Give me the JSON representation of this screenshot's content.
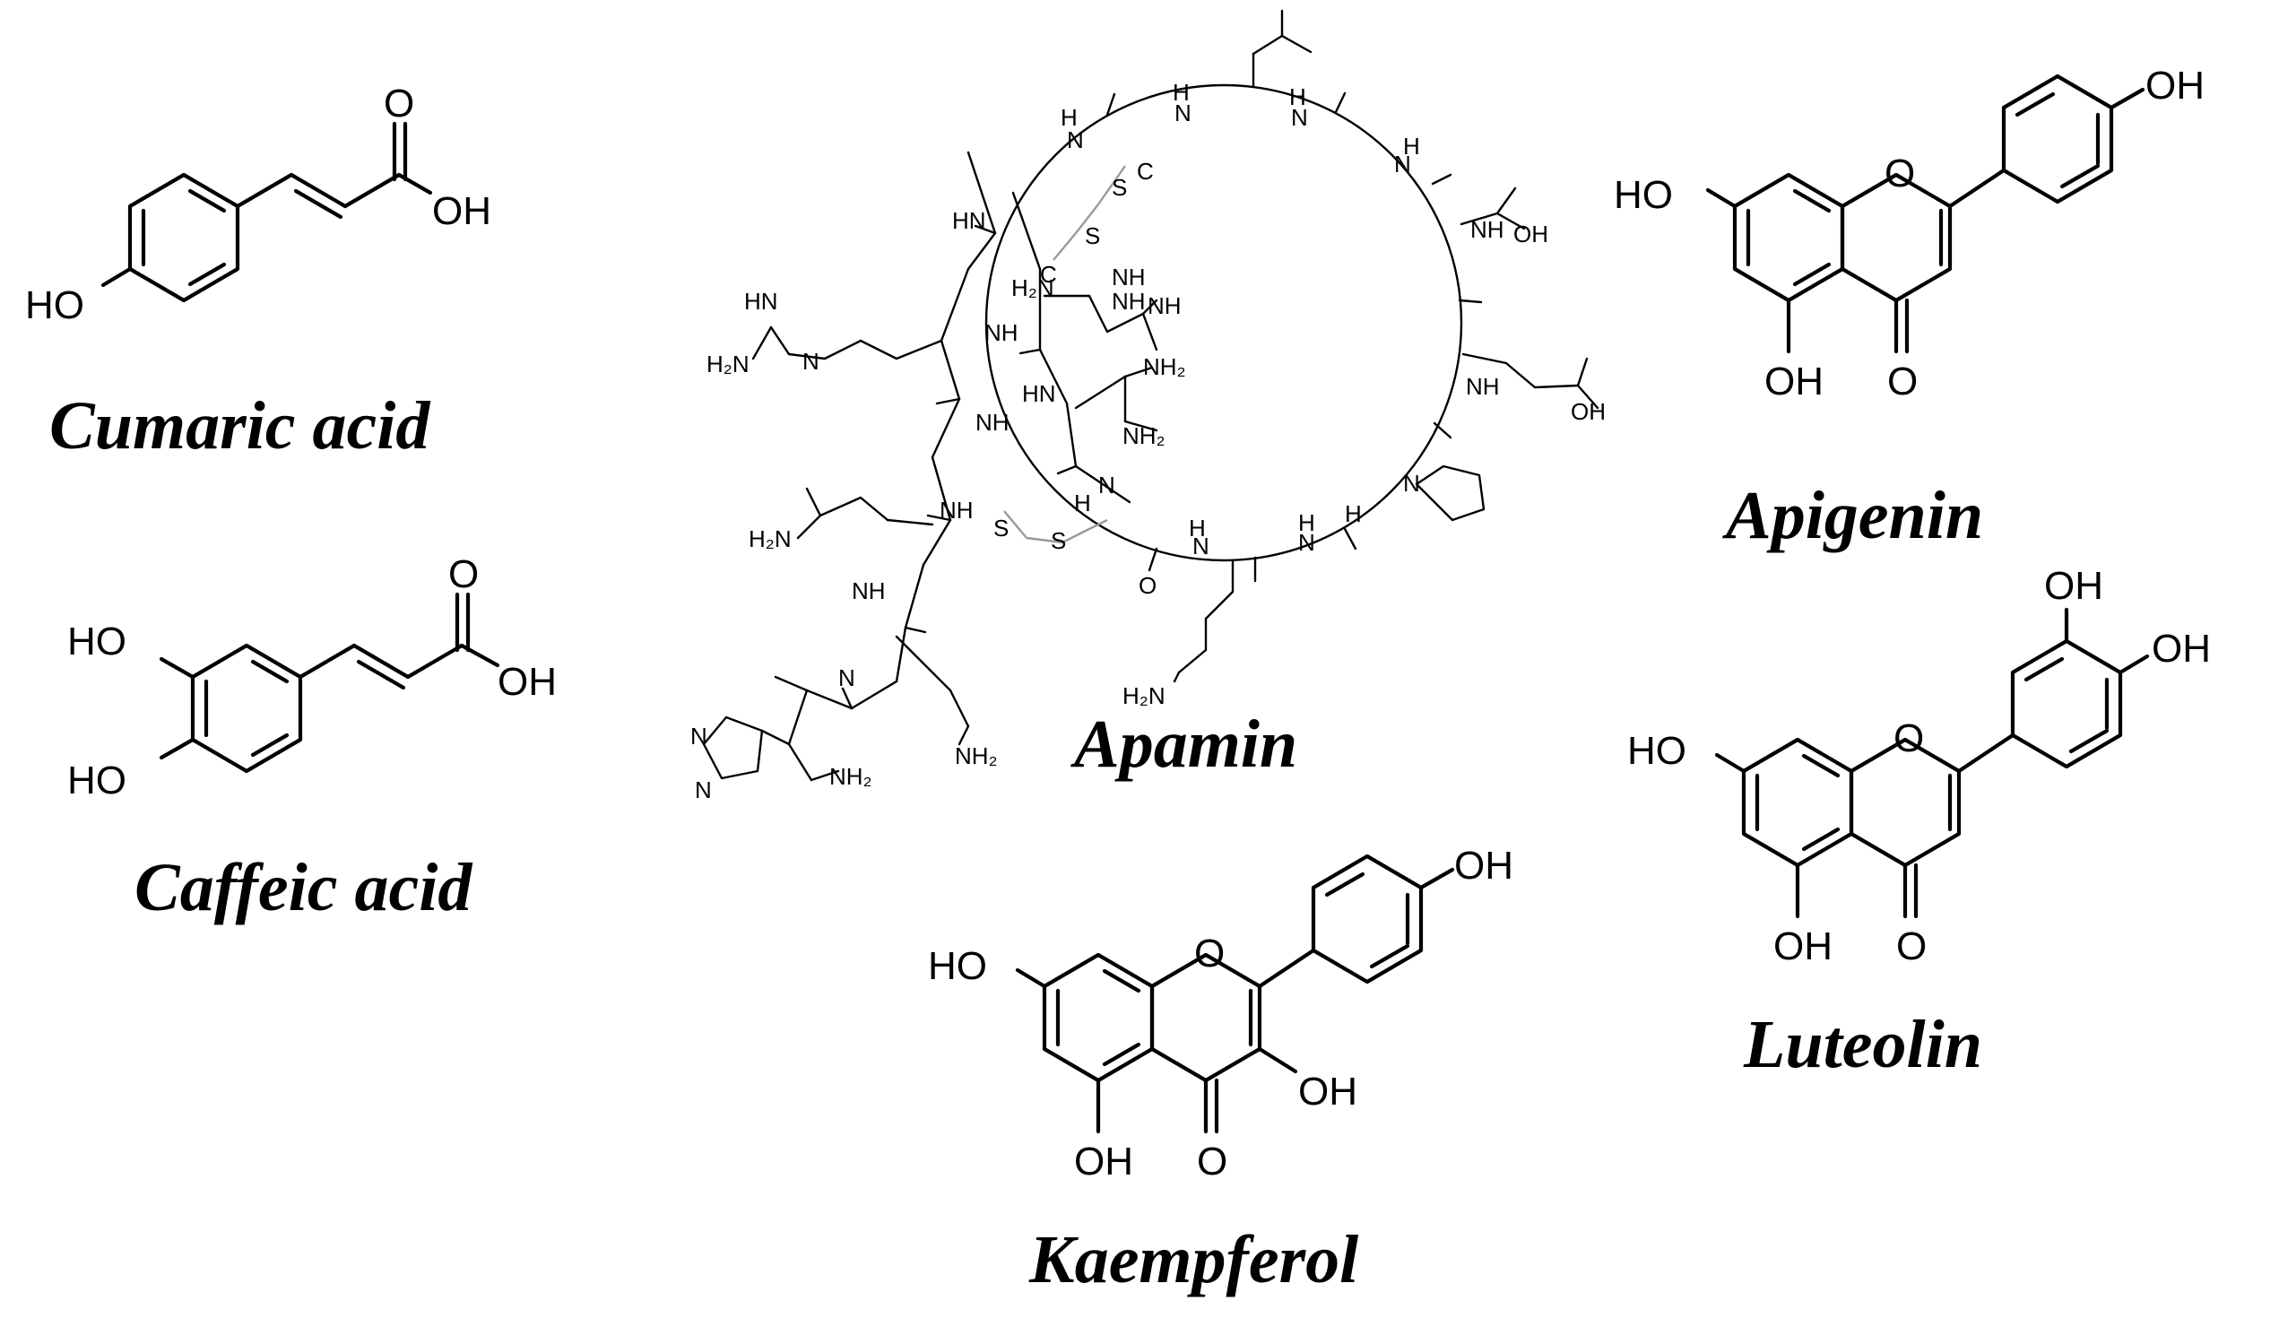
{
  "compounds": {
    "cumaric": {
      "caption": "Cumaric acid",
      "labels": {
        "oh_acid": "OH",
        "o_acid": "O",
        "ho": "HO"
      }
    },
    "caffeic": {
      "caption": "Caffeic acid",
      "labels": {
        "oh_acid": "OH",
        "o_acid": "O",
        "ho1": "HO",
        "ho2": "HO"
      }
    },
    "apamin": {
      "caption": "Apamin",
      "labels": {
        "hn1": "HN",
        "hn2": "HN",
        "h2n_a": "H₂N",
        "h2n_b": "H₂N",
        "h2n_c": "H₂N",
        "h2n_d": "H₂N",
        "nh2_a": "NH₂",
        "nh2_b": "NH₂",
        "nh2_c": "NH₂",
        "nh2_d": "NH₂",
        "nh_a": "NH",
        "nh_b": "NH",
        "nh_c": "NH",
        "nh_d": "NH",
        "nh_e": "NH",
        "nh_f": "NH",
        "nh_g": "NH",
        "nh_h": "NH",
        "n_a": "N",
        "n_b": "N",
        "n_c": "N",
        "n_d": "N",
        "n_e": "N",
        "n_f": "N",
        "n_g": "N",
        "n_h": "N",
        "h_a": "H",
        "h_b": "H",
        "h_c": "H",
        "h_d": "H",
        "h_e": "H",
        "h_f": "H",
        "h_g": "H",
        "h_h": "H",
        "s_a": "S",
        "s_b": "S",
        "s_c": "S",
        "s_d": "S",
        "c_a": "C",
        "c_b": "C",
        "oh_a": "OH",
        "oh_b": "OH",
        "o": "O"
      }
    },
    "apigenin": {
      "caption": "Apigenin",
      "labels": {
        "oh_top": "OH",
        "ho_left": "HO",
        "oh_bottom": "OH",
        "o_ring": "O",
        "o_keto": "O"
      }
    },
    "luteolin": {
      "caption": "Luteolin",
      "labels": {
        "oh_top": "OH",
        "oh_right": "OH",
        "ho_left": "HO",
        "oh_bottom": "OH",
        "o_ring": "O",
        "o_keto": "O"
      }
    },
    "kaempferol": {
      "caption": "Kaempferol",
      "labels": {
        "oh_top": "OH",
        "ho_left": "HO",
        "oh_right": "OH",
        "oh_bottom": "OH",
        "o_ring": "O",
        "o_keto": "O"
      }
    }
  }
}
